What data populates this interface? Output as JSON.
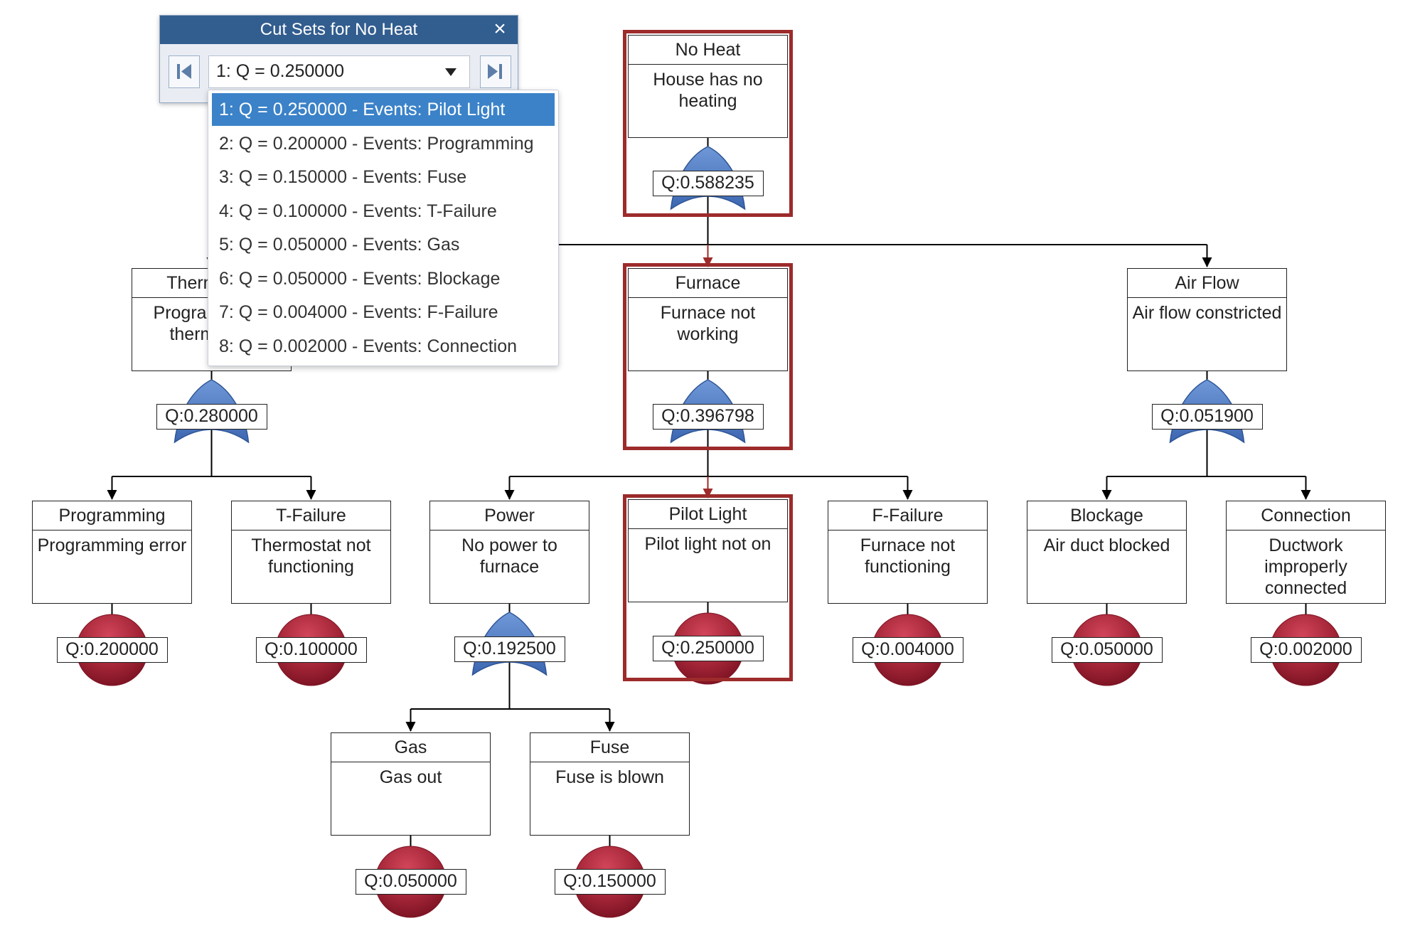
{
  "dialog": {
    "title": "Cut Sets for No Heat",
    "selected": "1: Q = 0.250000",
    "options": [
      "1: Q = 0.250000 - Events: Pilot Light",
      "2: Q = 0.200000 - Events: Programming",
      "3: Q = 0.150000 - Events: Fuse",
      "4: Q = 0.100000 - Events: T-Failure",
      "5: Q = 0.050000 - Events: Gas",
      "6: Q = 0.050000 - Events: Blockage",
      "7: Q = 0.004000 - Events: F-Failure",
      "8: Q = 0.002000 - Events: Connection"
    ],
    "active_option": 0
  },
  "tree": {
    "nodes": [
      {
        "key": "no-heat",
        "title": "No Heat",
        "desc": "House has no heating",
        "q": "Q:0.588235",
        "kind": "gate"
      },
      {
        "key": "thermostat",
        "title": "Thermostat",
        "desc": "Programmable thermostat",
        "q": "Q:0.280000",
        "kind": "gate"
      },
      {
        "key": "furnace",
        "title": "Furnace",
        "desc": "Furnace not working",
        "q": "Q:0.396798",
        "kind": "gate"
      },
      {
        "key": "air-flow",
        "title": "Air Flow",
        "desc": "Air flow constricted",
        "q": "Q:0.051900",
        "kind": "gate"
      },
      {
        "key": "programming",
        "title": "Programming",
        "desc": "Programming error",
        "q": "Q:0.200000",
        "kind": "basic"
      },
      {
        "key": "t-failure",
        "title": "T-Failure",
        "desc": "Thermostat not functioning",
        "q": "Q:0.100000",
        "kind": "basic"
      },
      {
        "key": "power",
        "title": "Power",
        "desc": "No power to furnace",
        "q": "Q:0.192500",
        "kind": "gate"
      },
      {
        "key": "pilot-light",
        "title": "Pilot Light",
        "desc": "Pilot light not on",
        "q": "Q:0.250000",
        "kind": "basic"
      },
      {
        "key": "f-failure",
        "title": "F-Failure",
        "desc": "Furnace not functioning",
        "q": "Q:0.004000",
        "kind": "basic"
      },
      {
        "key": "blockage",
        "title": "Blockage",
        "desc": "Air duct blocked",
        "q": "Q:0.050000",
        "kind": "basic"
      },
      {
        "key": "connection",
        "title": "Connection",
        "desc": "Ductwork improperly connected",
        "q": "Q:0.002000",
        "kind": "basic"
      },
      {
        "key": "gas",
        "title": "Gas",
        "desc": "Gas out",
        "q": "Q:0.050000",
        "kind": "basic"
      },
      {
        "key": "fuse",
        "title": "Fuse",
        "desc": "Fuse is blown",
        "q": "Q:0.150000",
        "kind": "basic"
      }
    ],
    "highlighted_path": [
      "no-heat",
      "furnace",
      "pilot-light"
    ]
  },
  "colors": {
    "gate": "#4f7bc4",
    "basic_event": "#a52638",
    "highlight": "#9d2b2b",
    "dialog_title": "#325d8f",
    "option_active": "#3b82c8"
  },
  "icons": {
    "close": "close-icon",
    "first": "first-page-icon",
    "last": "last-page-icon",
    "dropdown": "chevron-down-icon",
    "or_gate": "or-gate-icon",
    "basic_event": "basic-event-circle-icon"
  }
}
